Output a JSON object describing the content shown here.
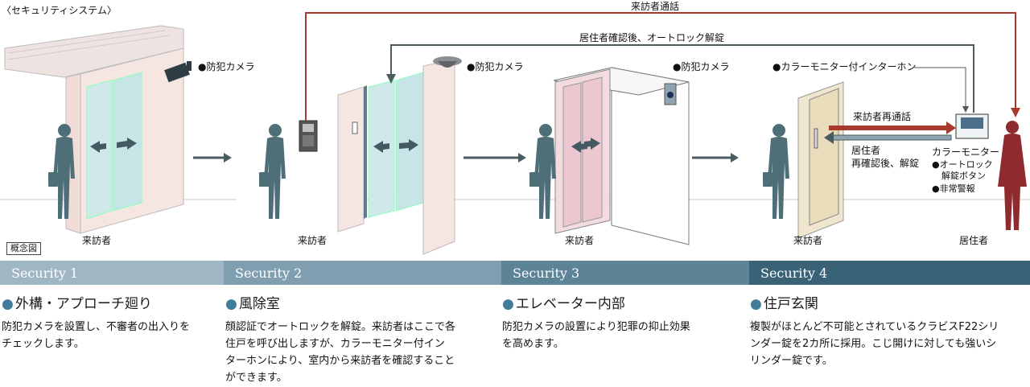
{
  "diagram": {
    "title": "〈セキュリティシステム〉",
    "concept_label": "概念図",
    "flow_top": "来訪者通話",
    "flow_second": "居住者確認後、オートロック解錠",
    "camera_label": "●防犯カメラ",
    "intercom_label": "●カラーモニター付インターホン",
    "recall_label": "来訪者再通話",
    "reconfirm_line1": "居住者",
    "reconfirm_line2": "再確認後、解錠",
    "monitor_title": "カラーモニター",
    "monitor_item1_line1": "●オートロック",
    "monitor_item1_line2": "解錠ボタン",
    "monitor_item2": "●非常警報",
    "visitor_label": "来訪者",
    "resident_label": "居住者",
    "colors": {
      "visitor": "#4f6f78",
      "resident": "#8f2b2f",
      "arrow_red": "#a8392d",
      "arrow_gray": "#4a5b62"
    }
  },
  "sections": [
    {
      "band_label": "Security 1",
      "color": "#9fb6c4",
      "heading": "外構・アプローチ廻り",
      "desc": [
        "防犯カメラを設置し、不審者の出入りを",
        "チェックします。"
      ]
    },
    {
      "band_label": "Security 2",
      "color": "#7f9fb0",
      "heading": "風除室",
      "desc": [
        "顔認証でオートロックを解錠。来訪者はここで各",
        "住戸を呼び出しますが、カラーモニター付イン",
        "ターホンにより、室内から来訪者を確認すること",
        "ができます。"
      ]
    },
    {
      "band_label": "Security 3",
      "color": "#5d8397",
      "heading": "エレベーター内部",
      "desc": [
        "防犯カメラの設置により犯罪の抑止効果",
        "を高めます。"
      ]
    },
    {
      "band_label": "Security 4",
      "color": "#3a6276",
      "heading": "住戸玄関",
      "desc": [
        "複製がほとんど不可能とされているクラビスF22シリ",
        "ンダー錠を2カ所に採用。こじ開けに対しても強いシ",
        "リンダー錠です。"
      ]
    }
  ]
}
